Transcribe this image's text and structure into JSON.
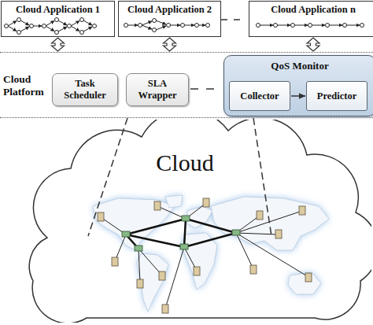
{
  "diagram": {
    "nodes": [
      {
        "text": [
          "Cloud Application 1"
        ]
      },
      {
        "text": [
          "Cloud Application 2"
        ]
      },
      {
        "text": [
          "Cloud Application n"
        ]
      },
      {
        "text": [
          "Cloud Platform"
        ]
      },
      {
        "text": [
          "Task Scheduler"
        ],
        "in": 3
      },
      {
        "text": [
          "SLA Wrapper"
        ],
        "in": 3
      },
      {
        "text": [
          "QoS Monitor"
        ],
        "in": 3
      },
      {
        "text": [
          "Collector"
        ],
        "in": 6
      },
      {
        "text": [
          "Predictor"
        ],
        "in": 6
      },
      {
        "text": [
          "Cloud"
        ]
      }
    ],
    "edges": [
      {
        "from": 0,
        "to": 3,
        "arrow": "both"
      },
      {
        "from": 1,
        "to": 3,
        "arrow": "both"
      },
      {
        "from": 2,
        "to": 3,
        "arrow": "both"
      },
      {
        "from": 7,
        "to": 8,
        "arrow": "to"
      },
      {
        "from": 3,
        "to": 9,
        "arrow": "none"
      },
      {
        "from": 3,
        "to": 9,
        "arrow": "none"
      }
    ]
  }
}
